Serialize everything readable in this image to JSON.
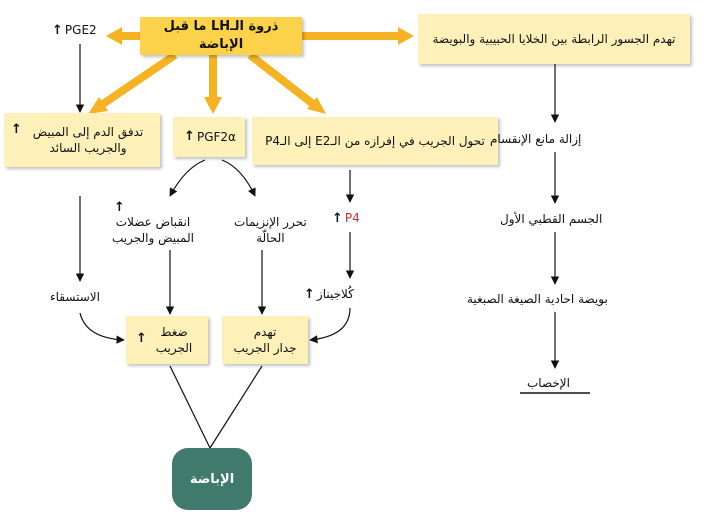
{
  "top": {
    "lh_peak": "ذروة الـLH ما قبل الإباضة",
    "pge2": "PGE2",
    "bridges": "تهدم الجسور الرابطة بين الخلايا الحبيبية والبويضة"
  },
  "mid": {
    "blood_flow": "تدفق الدم إلى المبيض\nوالجريب السائد",
    "pgf2a": "PGF2α",
    "follicle_shift": "تحول الجريب في إفرازه من الـE2 إلى الـP4"
  },
  "left_branch": {
    "edema": "الاستسقاء"
  },
  "center_branch": {
    "contraction": "انقباض عضلات\nالمبيض والجريب",
    "enzymes": "تحرر الإنزيمات\nالحالّة",
    "pressure": "ضغط\nالجريب",
    "wall_degradation": "تهدم\nجدار الجريب"
  },
  "p4_branch": {
    "p4": "P4",
    "collagenase": "كُلاجيناز"
  },
  "right_chain": {
    "remove_inhibitor": "إزالة مانع الإنقسام",
    "first_polar_body": "الجسم القطبي الأول",
    "haploid_egg": "بويضة احادية الصيغة الصبغية",
    "fertilization": "الإخصاب"
  },
  "result": {
    "ovulation": "الإباضة"
  },
  "colors": {
    "box_fill": "#fdf0b8",
    "header_fill": "#fbd24a",
    "thick_arrow": "#f5b324",
    "ovulation_fill": "#3f7a6c",
    "highlight_text": "#c0303a"
  }
}
